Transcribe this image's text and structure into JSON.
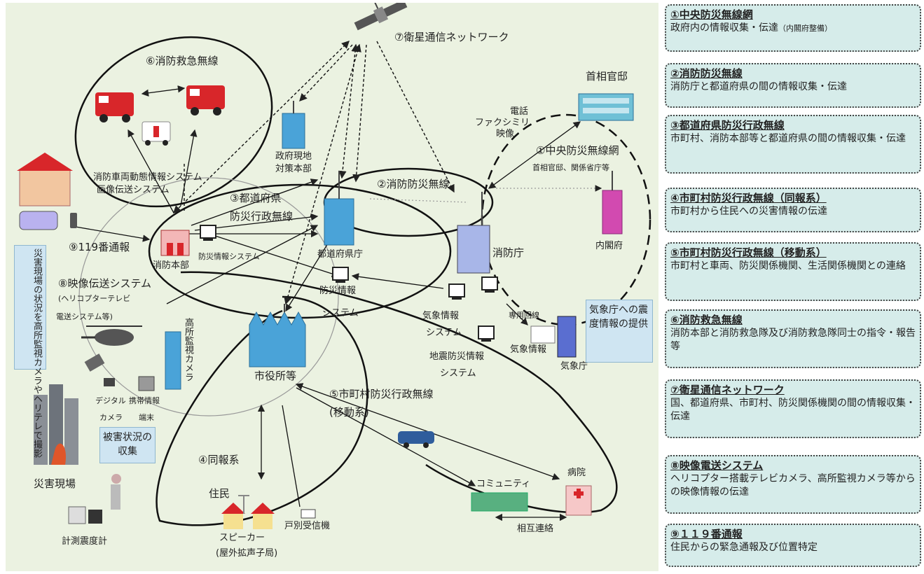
{
  "diagram": {
    "labels": {
      "satellite_network": "⑦衛星通信ネットワーク",
      "fire_emergency_radio": "⑥消防救急無線",
      "pm_office": "首相官邸",
      "phone": "電話",
      "facsimile": "ファクシミリ",
      "video": "映像",
      "central_radio": "①中央防災無線網",
      "pm_related": "首相官邸、関係省庁等",
      "cabinet_office": "内閣府",
      "gov_local_hq_1": "政府現地",
      "gov_local_hq_2": "対策本部",
      "vehicle_info_system": "消防車両動態情報システム",
      "image_transmission": "画像伝送システム",
      "prefectural_radio_1": "③都道府県",
      "prefectural_radio_2": "防災行政無線",
      "fire_disaster_radio": "②消防防災無線",
      "fire_agency": "消防庁",
      "prefectural_office": "都道府県庁",
      "call_119": "⑨119番通報",
      "fire_hq": "消防本部",
      "disaster_info_system_small": "防災情報システム",
      "video_transmission": "⑧映像伝送システム",
      "heli_tv": "(ヘリコプターテレビ",
      "heli_tv_2": "電送システム等)",
      "disaster_info_system_1": "防災情報",
      "disaster_info_system_2": "システム",
      "weather_info_1": "気象情報",
      "weather_info_2": "システム",
      "dedicated_line": "専用回線",
      "weather_info": "気象情報",
      "jma": "気象庁",
      "jma_box": "気象庁への震度情報の提供",
      "seismic_info_1": "地震防災情報",
      "seismic_info_2": "システム",
      "high_camera": "高所監視カメラ",
      "city_hall": "市役所等",
      "camera_note": "災害現場の状況を高所監視カメラやヘリテレで撮影",
      "digital_camera_1": "デジタル",
      "digital_camera_2": "カメラ",
      "mobile_terminal_1": "携帯情報",
      "mobile_terminal_2": "端末",
      "damage_collection": "被害状況の収集",
      "municipal_mobile_1": "⑤市町村防災行政無線",
      "municipal_mobile_2": "(移動系)",
      "broadcast": "④同報系",
      "residents": "住民",
      "disaster_site": "災害現場",
      "seismometer": "計測震度計",
      "community": "コミュニティ",
      "hospital": "病院",
      "mutual_contact": "相互連絡",
      "speaker": "スピーカー",
      "speaker_sub": "(屋外拡声子局)",
      "home_receiver": "戸別受信機"
    }
  },
  "legend": [
    {
      "title": "①中央防災無線網",
      "desc": "政府内の情報収集・伝達",
      "note": "（内閣府整備）"
    },
    {
      "title": "②消防防災無線",
      "desc": "消防庁と都道府県の間の情報収集・伝達",
      "note": ""
    },
    {
      "title": "③都道府県防災行政無線",
      "desc": "市町村、消防本部等と都道府県の間の情報収集・伝達",
      "note": ""
    },
    {
      "title": "④市町村防災行政無線（同報系）",
      "desc": "市町村から住民への災害情報の伝達",
      "note": ""
    },
    {
      "title": "⑤市町村防災行政無線（移動系）",
      "desc": "市町村と車両、防災関係機関、生活関係機関との連絡",
      "note": ""
    },
    {
      "title": "⑥消防救急無線",
      "desc": "消防本部と消防救急隊及び消防救急隊同士の指令・報告等",
      "note": ""
    },
    {
      "title": "⑦衛星通信ネットワーク",
      "desc": "国、都道府県、市町村、防災関係機関の間の情報収集・伝達",
      "note": ""
    },
    {
      "title": "⑧映像電送システム",
      "desc": "ヘリコプター搭載テレビカメラ、高所監視カメラ等からの映像情報の伝達",
      "note": ""
    },
    {
      "title": "⑨１１９番通報",
      "desc": "住民からの緊急通報及び位置特定",
      "note": ""
    }
  ],
  "colors": {
    "background": "#ebf2e1",
    "card": "#d6ecea",
    "building_blue": "#4aa3d8",
    "fire_red": "#d8262a",
    "cabinet_pink": "#d24ab0"
  }
}
